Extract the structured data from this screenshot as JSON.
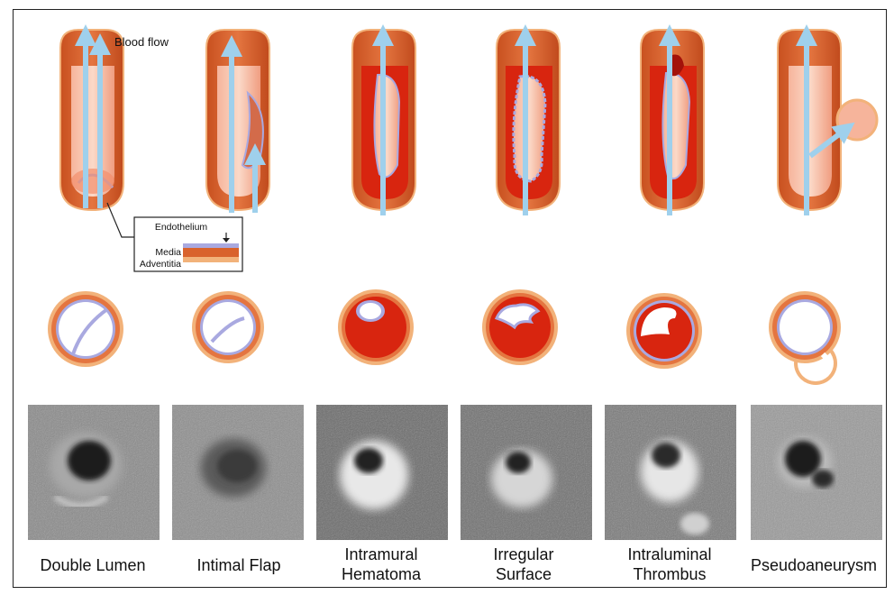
{
  "annotations": {
    "blood_flow": "Blood flow",
    "endothelium": "Endothelium",
    "media": "Media",
    "adventitia": "Adventitia"
  },
  "panels": [
    {
      "id": "double-lumen",
      "lines": [
        "Double Lumen"
      ]
    },
    {
      "id": "intimal-flap",
      "lines": [
        "Intimal Flap"
      ]
    },
    {
      "id": "intramural-hematoma",
      "lines": [
        "Intramural",
        "Hematoma"
      ]
    },
    {
      "id": "irregular-surface",
      "lines": [
        "Irregular",
        "Surface"
      ]
    },
    {
      "id": "intraluminal-thrombus",
      "lines": [
        "Intraluminal",
        "Thrombus"
      ]
    },
    {
      "id": "pseudoaneurysm",
      "lines": [
        "Pseudoaneurysm"
      ]
    }
  ],
  "colors": {
    "vessel_outer": "#d9622c",
    "vessel_edge": "#f2b27a",
    "lumen": "#f4a68a",
    "lumen_light": "#fbd6c4",
    "endothelium": "#a9a9e0",
    "hematoma": "#d8250f",
    "flow_arrow": "#9fd0ec",
    "frame": "#222222"
  }
}
